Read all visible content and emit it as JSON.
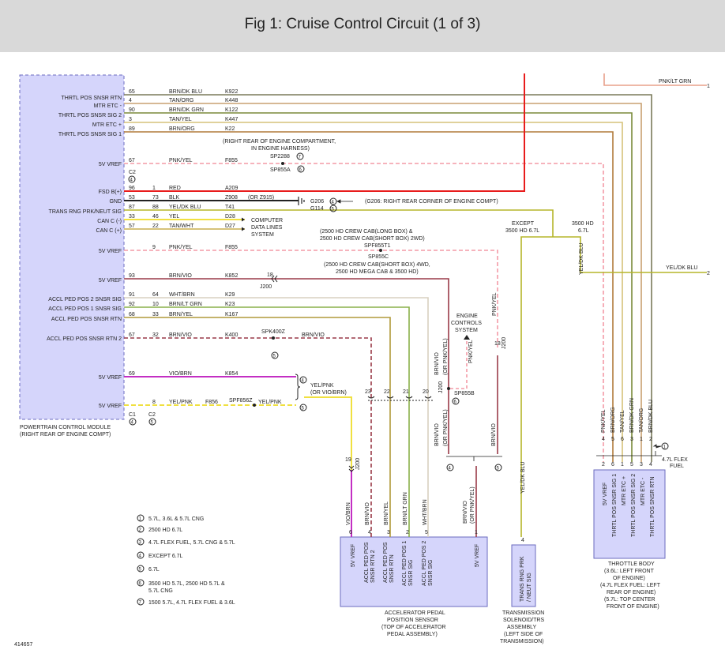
{
  "title": "Fig 1: Cruise Control Circuit (1 of 3)",
  "figure_id": "414657",
  "pcm": {
    "caption": [
      "POWERTRAIN CONTROL MODULE",
      "(RIGHT REAR OF ENGINE COMPT)"
    ],
    "connectors_bottom": [
      "C1",
      "C2"
    ],
    "pins": [
      {
        "label": "THRTL POS SNSR RTN",
        "pin1": "65",
        "pin2": "",
        "color": "BRN/DK BLU",
        "circuit": "K922"
      },
      {
        "label": "MTR ETC -",
        "pin1": "4",
        "pin2": "",
        "color": "TAN/ORG",
        "circuit": "K448"
      },
      {
        "label": "THRTL POS SNSR SIG 2",
        "pin1": "90",
        "pin2": "",
        "color": "BRN/DK GRN",
        "circuit": "K122"
      },
      {
        "label": "MTR ETC +",
        "pin1": "3",
        "pin2": "",
        "color": "TAN/YEL",
        "circuit": "K447"
      },
      {
        "label": "THRTL POS SNSR SIG 1",
        "pin1": "89",
        "pin2": "",
        "color": "BRN/ORG",
        "circuit": "K22"
      },
      {
        "label": "5V VREF",
        "pin1": "67",
        "pin2": "",
        "color": "PNK/YEL",
        "circuit": "F855"
      },
      {
        "label": "FSD B(+)",
        "pin1": "96",
        "pin2": "1",
        "color": "RED",
        "circuit": "A209"
      },
      {
        "label": "GND",
        "pin1": "53",
        "pin2": "73",
        "color": "BLK",
        "circuit": "Z908"
      },
      {
        "label": "TRANS RNG PRK/NEUT SIG",
        "pin1": "87",
        "pin2": "88",
        "color": "YEL/DK BLU",
        "circuit": "T41"
      },
      {
        "label": "CAN C (-)",
        "pin1": "33",
        "pin2": "46",
        "color": "YEL",
        "circuit": "D28"
      },
      {
        "label": "CAN C (+)",
        "pin1": "57",
        "pin2": "22",
        "color": "TAN/WHT",
        "circuit": "D27"
      },
      {
        "label": "5V VREF",
        "pin1": "",
        "pin2": "9",
        "color": "PNK/YEL",
        "circuit": "F855"
      },
      {
        "label": "5V VREF",
        "pin1": "93",
        "pin2": "",
        "color": "BRN/VIO",
        "circuit": "K852"
      },
      {
        "label": "ACCL PED POS 2 SNSR SIG",
        "pin1": "91",
        "pin2": "64",
        "color": "WHT/BRN",
        "circuit": "K29"
      },
      {
        "label": "ACCL PED POS 1 SNSR SIG",
        "pin1": "92",
        "pin2": "10",
        "color": "BRN/LT GRN",
        "circuit": "K23"
      },
      {
        "label": "ACCL PED POS SNSR RTN",
        "pin1": "68",
        "pin2": "33",
        "color": "BRN/YEL",
        "circuit": "K167"
      },
      {
        "label": "ACCL PED POS SNSR RTN 2",
        "pin1": "67",
        "pin2": "32",
        "color": "BRN/VIO",
        "circuit": "K400"
      },
      {
        "label": "5V VREF",
        "pin1": "69",
        "pin2": "",
        "color": "VIO/BRN",
        "circuit": "K854"
      },
      {
        "label": "5V VREF",
        "pin1": "",
        "pin2": "8",
        "color": "YEL/PNK",
        "circuit": "F856"
      }
    ]
  },
  "notes": {
    "c2_marker": "C2",
    "right_rear_harness": [
      "(RIGHT REAR OF ENGINE COMPARTMENT,",
      "IN ENGINE HARNESS)"
    ],
    "sp2288": "SP2288",
    "sp855a": "SP855A",
    "or_z915": "(OR Z915)",
    "g206": "G206",
    "g114": "G114",
    "g206_note": "(G206: RIGHT REAR CORNER OF ENGINE COMPT)",
    "computer_data_lines": [
      "COMPUTER",
      "DATA LINES",
      "SYSTEM"
    ],
    "crew_cab_long": "(2500 HD CREW CAB(LONG BOX) &",
    "crew_cab_short": "2500 HD CREW CAB(SHORT BOX) 2WD)",
    "spf855t1": "SPF855T1",
    "sp855c": "SP855C",
    "crew_cab_4wd": "(2500 HD CREW CAB(SHORT BOX) 4WD,",
    "mega_cab": "2500 HD MEGA CAB & 3500 HD)",
    "except_3500": [
      "EXCEPT",
      "3500 HD 6.7L"
    ],
    "hd3500": [
      "3500 HD",
      "6.7L"
    ],
    "yel_dk_blu_right": "YEL/DK BLU",
    "pnk_lt_grn": "PNK/LT GRN",
    "ref_1": "1",
    "ref_2": "2",
    "pin_18_a": "18",
    "j200_a": "J200",
    "spk400z": "SPK400Z",
    "brn_vio_right": "BRN/VIO",
    "engine_controls": [
      "ENGINE",
      "CONTROLS",
      "SYSTEM"
    ],
    "pnk_yel_vertical": "PNK/YEL",
    "pin_18_b": "18",
    "j200_b": "J200",
    "sp855b": "SP855B",
    "yel_pnk_or_vio_brn": [
      "YEL/PNK",
      "(OR VIO/BRN)"
    ],
    "spf856z": "SPF856Z",
    "yel_pnk_right": "YEL/PNK",
    "pin_19": "19",
    "j200_c": "J200",
    "brn_vio_or_pnk_yel": [
      "BRN/VIO",
      "(OR PNK/YEL)"
    ],
    "j200_d": "J200",
    "brn_vio_down": "BRN/VIO",
    "yel_dk_blu_vert": "YEL/DK BLU",
    "yel_dk_blu_throttle": "YEL/DK BLU",
    "flex_47": [
      "4.7L FLEX",
      "FUEL"
    ]
  },
  "splice_pins": [
    "23",
    "22",
    "21",
    "20"
  ],
  "legend": [
    {
      "num": "1",
      "text": "5.7L, 3.6L & 5.7L CNG"
    },
    {
      "num": "2",
      "text": "2500 HD 6.7L"
    },
    {
      "num": "3",
      "text": "4.7L FLEX FUEL, 5.7L CNG & 5.7L"
    },
    {
      "num": "4",
      "text": "EXCEPT 6.7L"
    },
    {
      "num": "5",
      "text": "6.7L"
    },
    {
      "num": "6",
      "text": "3500 HD 5.7L, 2500 HD 5.7L &",
      "text2": "5.7L CNG"
    },
    {
      "num": "7",
      "text": "1500 5.7L, 4.7L FLEX FUEL & 3.6L"
    }
  ],
  "accel_pedal": {
    "caption": [
      "ACCELERATOR PEDAL",
      "POSITION SENSOR",
      "(TOP OF ACCELERATOR",
      "PEDAL ASSEMBLY)"
    ],
    "pins": [
      {
        "pin": "6",
        "wire": "VIO/BRN",
        "label": "5V VREF"
      },
      {
        "pin": "4",
        "wire": "BRN/VIO",
        "label": "ACCL PED POS SNSR RTN 2"
      },
      {
        "pin": "3",
        "wire": "BRN/YEL",
        "label": "ACCL PED POS SNSR RTN"
      },
      {
        "pin": "2",
        "wire": "BRN/LT GRN",
        "label": "ACCL PED POS 1 SNSR SIG"
      },
      {
        "pin": "5",
        "wire": "WHT/BRN",
        "label": "ACCL PED POS 2 SNSR SIG"
      },
      {
        "pin": "1",
        "wire": "BRN/VIO (OR PNK/YEL)",
        "label": "5V VREF"
      }
    ]
  },
  "trans_sensor": {
    "caption": [
      "TRANSMISSION",
      "SOLENOID/TRS",
      "ASSEMBLY",
      "(LEFT SIDE OF",
      "TRANSMISSION)"
    ],
    "pin": "4",
    "label": "TRANS RNG PRK / NEUT SIG"
  },
  "throttle_body": {
    "caption": [
      "THROTTLE BODY",
      "(3.6L: LEFT FRONT",
      "OF ENGINE)",
      "(4.7L FLEX FUEL: LEFT",
      "REAR OF ENGINE)",
      "(5.7L: TOP CENTER",
      "FRONT OF ENGINE)"
    ],
    "pins": [
      {
        "pin": "2",
        "wire": "PNK/YEL",
        "label": "5V VREF"
      },
      {
        "pin": "6",
        "wire": "BRN/ORG",
        "label": "THRTL POS SNSR SIG 1"
      },
      {
        "pin": "1",
        "wire": "TAN/YEL",
        "label": "MTR ETC +"
      },
      {
        "pin": "5",
        "wire": "BRN/DK GRN",
        "label": "THRTL POS SNSR SIG 2"
      },
      {
        "pin": "3",
        "wire": "TAN/ORG",
        "label": "MTR ETC -"
      },
      {
        "pin": "4",
        "wire": "BRN/DK BLU",
        "label": "THRTL POS SNSR RTN"
      }
    ],
    "alt_pins": [
      "4",
      "5",
      "6",
      "3",
      "1",
      "2"
    ]
  },
  "colors": {
    "module_fill": "#d5d5fb",
    "module_stroke": "#6b6bbf",
    "red": "#e81c1c",
    "pink": "#f49aa6",
    "brn_vio": "#9a3a48",
    "yellow": "#f0e040",
    "magenta": "#c32fc3"
  }
}
